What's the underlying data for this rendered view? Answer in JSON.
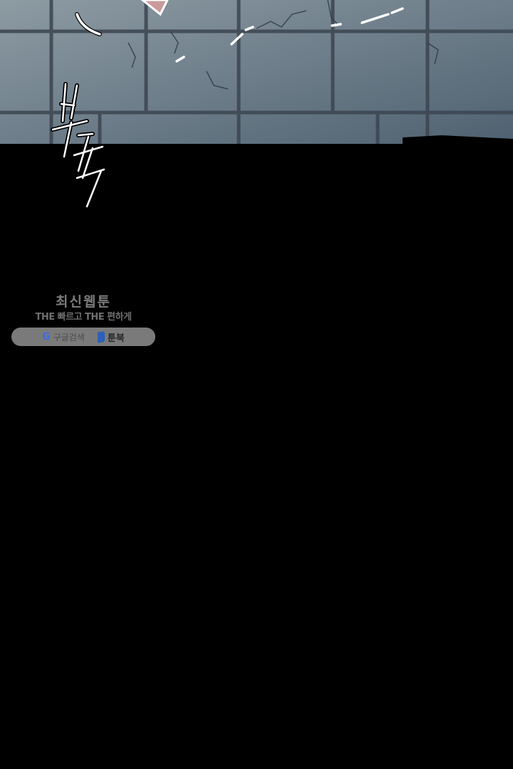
{
  "panel": {
    "sfx_text": "부들",
    "colors": {
      "wall": "#6f7f8b",
      "mortar": "#3d4651",
      "background": "#000000"
    }
  },
  "watermark": {
    "title": "최신웹툰",
    "tagline": "THE 빠르고 THE 편하게",
    "search_icon": "google-icon",
    "search_label": "구글검색",
    "brand_icon": "book-icon",
    "brand_label": "툰북"
  }
}
